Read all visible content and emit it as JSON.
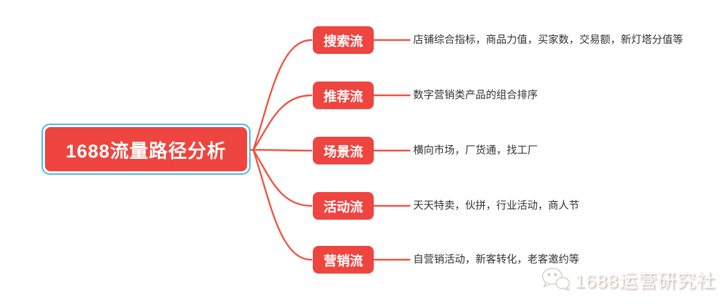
{
  "root": {
    "title": "1688流量路径分析"
  },
  "branches": [
    {
      "label": "搜索流",
      "description": "店铺综合指标，商品力值，买家数，交易额，新灯塔分值等"
    },
    {
      "label": "推荐流",
      "description": "数字营销类产品的组合排序"
    },
    {
      "label": "场景流",
      "description": "横向市场，厂货通，找工厂"
    },
    {
      "label": "活动流",
      "description": "天天特卖，伙拼，行业活动，商人节"
    },
    {
      "label": "营销流",
      "description": "自营销活动，新客转化，老客邀约等"
    }
  ],
  "watermark": {
    "icon": "wechat-icon",
    "text": "1688运营研究社"
  },
  "colors": {
    "node_red": "#ee4540",
    "line_red": "#f2503c",
    "selection_blue": "#45b6f2",
    "desc_text": "#333333",
    "watermark_fill": "#faf8f6",
    "watermark_shadow": "#c2bab2"
  }
}
